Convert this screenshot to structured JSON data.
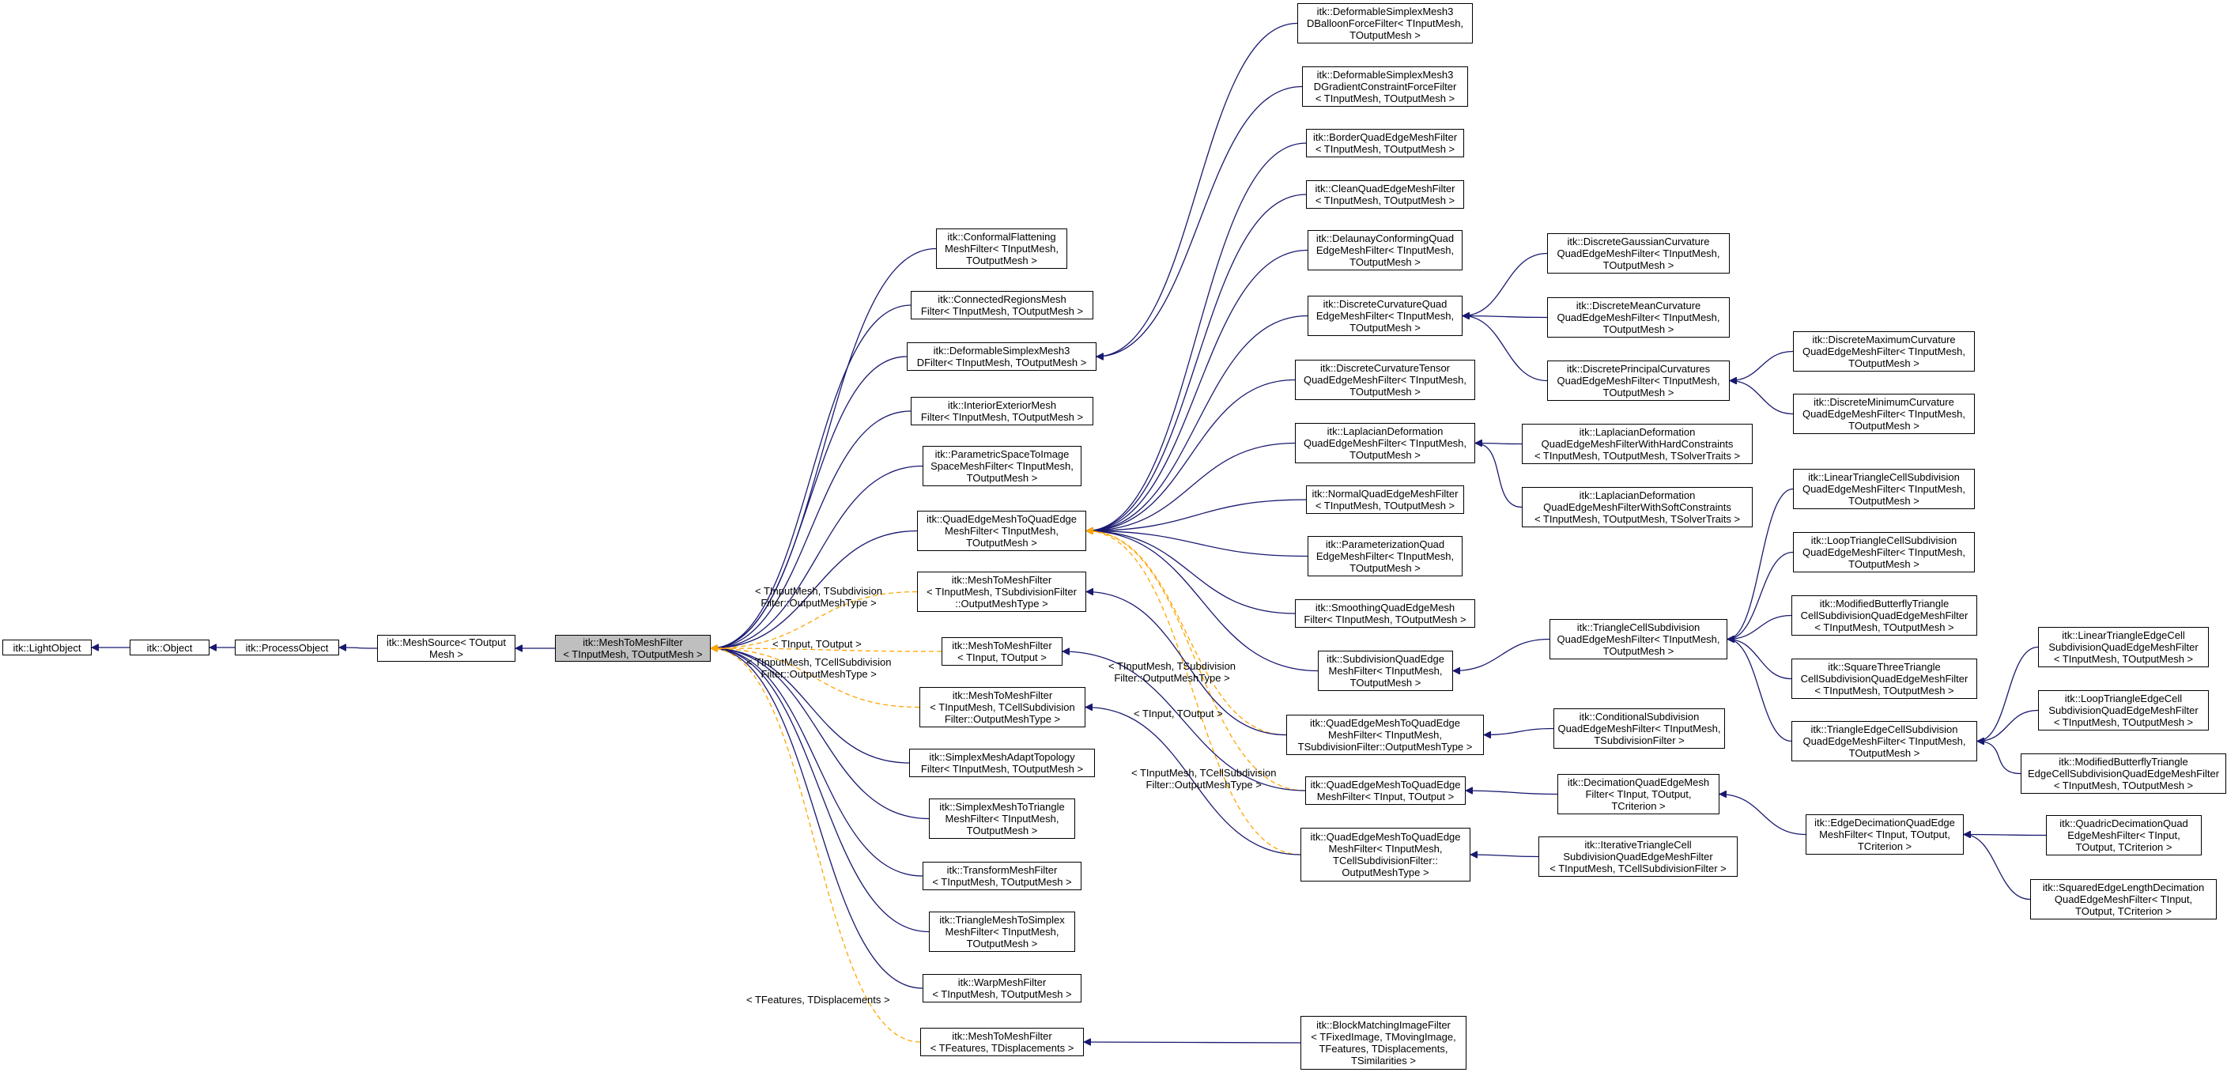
{
  "colors": {
    "inheritance": "#191970",
    "template": "#ffa500",
    "focus_fill": "#bfbfbf"
  },
  "nodes": [
    {
      "id": "lightobject",
      "lines": [
        "itk::LightObject"
      ]
    },
    {
      "id": "object",
      "lines": [
        "itk::Object"
      ]
    },
    {
      "id": "processobject",
      "lines": [
        "itk::ProcessObject"
      ]
    },
    {
      "id": "meshsource",
      "lines": [
        "itk::MeshSource< TOutput",
        "Mesh >"
      ]
    },
    {
      "id": "meshtomesh",
      "lines": [
        "itk::MeshToMeshFilter",
        "< TInputMesh, TOutputMesh >"
      ],
      "focus": true
    },
    {
      "id": "conformal",
      "lines": [
        "itk::ConformalFlattening",
        "MeshFilter< TInputMesh,",
        "TOutputMesh >"
      ]
    },
    {
      "id": "connected",
      "lines": [
        "itk::ConnectedRegionsMesh",
        "Filter< TInputMesh, TOutputMesh >"
      ]
    },
    {
      "id": "defsimplex",
      "lines": [
        "itk::DeformableSimplexMesh3",
        "DFilter< TInputMesh, TOutputMesh >"
      ]
    },
    {
      "id": "interior",
      "lines": [
        "itk::InteriorExteriorMesh",
        "Filter< TInputMesh, TOutputMesh >"
      ]
    },
    {
      "id": "parametric",
      "lines": [
        "itk::ParametricSpaceToImage",
        "SpaceMeshFilter< TInputMesh,",
        "TOutputMesh >"
      ]
    },
    {
      "id": "qe2qe",
      "lines": [
        "itk::QuadEdgeMeshToQuadEdge",
        "MeshFilter< TInputMesh,",
        "TOutputMesh >"
      ]
    },
    {
      "id": "m2m_subdiv",
      "lines": [
        "itk::MeshToMeshFilter",
        "< TInputMesh, TSubdivisionFilter",
        "::OutputMeshType >"
      ]
    },
    {
      "id": "m2m_tinput",
      "lines": [
        "itk::MeshToMeshFilter",
        "< TInput, TOutput >"
      ]
    },
    {
      "id": "m2m_cell",
      "lines": [
        "itk::MeshToMeshFilter",
        "< TInputMesh, TCellSubdivision",
        "Filter::OutputMeshType >"
      ]
    },
    {
      "id": "simplexadapt",
      "lines": [
        "itk::SimplexMeshAdaptTopology",
        "Filter< TInputMesh, TOutputMesh >"
      ]
    },
    {
      "id": "simplextotri",
      "lines": [
        "itk::SimplexMeshToTriangle",
        "MeshFilter< TInputMesh,",
        "TOutputMesh >"
      ]
    },
    {
      "id": "transform",
      "lines": [
        "itk::TransformMeshFilter",
        "< TInputMesh, TOutputMesh >"
      ]
    },
    {
      "id": "tritosimplex",
      "lines": [
        "itk::TriangleMeshToSimplex",
        "MeshFilter< TInputMesh,",
        "TOutputMesh >"
      ]
    },
    {
      "id": "warp",
      "lines": [
        "itk::WarpMeshFilter",
        "< TInputMesh, TOutputMesh >"
      ]
    },
    {
      "id": "m2m_feat",
      "lines": [
        "itk::MeshToMeshFilter",
        "< TFeatures, TDisplacements >"
      ]
    },
    {
      "id": "balloon",
      "lines": [
        "itk::DeformableSimplexMesh3",
        "DBalloonForceFilter< TInputMesh,",
        "TOutputMesh >"
      ]
    },
    {
      "id": "gradient",
      "lines": [
        "itk::DeformableSimplexMesh3",
        "DGradientConstraintForceFilter",
        "< TInputMesh, TOutputMesh >"
      ]
    },
    {
      "id": "border",
      "lines": [
        "itk::BorderQuadEdgeMeshFilter",
        "< TInputMesh, TOutputMesh >"
      ]
    },
    {
      "id": "clean",
      "lines": [
        "itk::CleanQuadEdgeMeshFilter",
        "< TInputMesh, TOutputMesh >"
      ]
    },
    {
      "id": "delaunay",
      "lines": [
        "itk::DelaunayConformingQuad",
        "EdgeMeshFilter< TInputMesh,",
        "TOutputMesh >"
      ]
    },
    {
      "id": "dcurv",
      "lines": [
        "itk::DiscreteCurvatureQuad",
        "EdgeMeshFilter< TInputMesh,",
        "TOutputMesh >"
      ]
    },
    {
      "id": "dcurvtensor",
      "lines": [
        "itk::DiscreteCurvatureTensor",
        "QuadEdgeMeshFilter< TInputMesh,",
        "TOutputMesh >"
      ]
    },
    {
      "id": "laplacian",
      "lines": [
        "itk::LaplacianDeformation",
        "QuadEdgeMeshFilter< TInputMesh,",
        "TOutputMesh >"
      ]
    },
    {
      "id": "normal",
      "lines": [
        "itk::NormalQuadEdgeMeshFilter",
        "< TInputMesh, TOutputMesh >"
      ]
    },
    {
      "id": "parameterization",
      "lines": [
        "itk::ParameterizationQuad",
        "EdgeMeshFilter< TInputMesh,",
        "TOutputMesh >"
      ]
    },
    {
      "id": "smoothing",
      "lines": [
        "itk::SmoothingQuadEdgeMesh",
        "Filter< TInputMesh, TOutputMesh >"
      ]
    },
    {
      "id": "subdivqe",
      "lines": [
        "itk::SubdivisionQuadEdge",
        "MeshFilter< TInputMesh,",
        "TOutputMesh >"
      ]
    },
    {
      "id": "qe2qe_subdiv",
      "lines": [
        "itk::QuadEdgeMeshToQuadEdge",
        "MeshFilter< TInputMesh,",
        "TSubdivisionFilter::OutputMeshType >"
      ]
    },
    {
      "id": "qe2qe_tinput",
      "lines": [
        "itk::QuadEdgeMeshToQuadEdge",
        "MeshFilter< TInput, TOutput >"
      ]
    },
    {
      "id": "qe2qe_cell",
      "lines": [
        "itk::QuadEdgeMeshToQuadEdge",
        "MeshFilter< TInputMesh,",
        "TCellSubdivisionFilter::",
        "OutputMeshType >"
      ]
    },
    {
      "id": "blockmatch",
      "lines": [
        "itk::BlockMatchingImageFilter",
        "< TFixedImage, TMovingImage,",
        "TFeatures, TDisplacements,",
        "TSimilarities >"
      ]
    },
    {
      "id": "dgauss",
      "lines": [
        "itk::DiscreteGaussianCurvature",
        "QuadEdgeMeshFilter< TInputMesh,",
        "TOutputMesh >"
      ]
    },
    {
      "id": "dmean",
      "lines": [
        "itk::DiscreteMeanCurvature",
        "QuadEdgeMeshFilter< TInputMesh,",
        "TOutputMesh >"
      ]
    },
    {
      "id": "dprincipal",
      "lines": [
        "itk::DiscretePrincipalCurvatures",
        "QuadEdgeMeshFilter< TInputMesh,",
        "TOutputMesh >"
      ]
    },
    {
      "id": "laphard",
      "lines": [
        "itk::LaplacianDeformation",
        "QuadEdgeMeshFilterWithHardConstraints",
        "< TInputMesh, TOutputMesh, TSolverTraits >"
      ]
    },
    {
      "id": "lapsoft",
      "lines": [
        "itk::LaplacianDeformation",
        "QuadEdgeMeshFilterWithSoftConstraints",
        "< TInputMesh, TOutputMesh, TSolverTraits >"
      ]
    },
    {
      "id": "tricell",
      "lines": [
        "itk::TriangleCellSubdivision",
        "QuadEdgeMeshFilter< TInputMesh,",
        "TOutputMesh >"
      ]
    },
    {
      "id": "conditional",
      "lines": [
        "itk::ConditionalSubdivision",
        "QuadEdgeMeshFilter< TInputMesh,",
        "TSubdivisionFilter >"
      ]
    },
    {
      "id": "decimation",
      "lines": [
        "itk::DecimationQuadEdgeMesh",
        "Filter< TInput, TOutput,",
        "TCriterion >"
      ]
    },
    {
      "id": "iterative",
      "lines": [
        "itk::IterativeTriangleCell",
        "SubdivisionQuadEdgeMeshFilter",
        "< TInputMesh, TCellSubdivisionFilter >"
      ]
    },
    {
      "id": "dmax",
      "lines": [
        "itk::DiscreteMaximumCurvature",
        "QuadEdgeMeshFilter< TInputMesh,",
        "TOutputMesh >"
      ]
    },
    {
      "id": "dmin",
      "lines": [
        "itk::DiscreteMinimumCurvature",
        "QuadEdgeMeshFilter< TInputMesh,",
        "TOutputMesh >"
      ]
    },
    {
      "id": "lineartri",
      "lines": [
        "itk::LinearTriangleCellSubdivision",
        "QuadEdgeMeshFilter< TInputMesh,",
        "TOutputMesh >"
      ]
    },
    {
      "id": "looptri",
      "lines": [
        "itk::LoopTriangleCellSubdivision",
        "QuadEdgeMeshFilter< TInputMesh,",
        "TOutputMesh >"
      ]
    },
    {
      "id": "modbutterfly",
      "lines": [
        "itk::ModifiedButterflyTriangle",
        "CellSubdivisionQuadEdgeMeshFilter",
        "< TInputMesh, TOutputMesh >"
      ]
    },
    {
      "id": "squarethree",
      "lines": [
        "itk::SquareThreeTriangle",
        "CellSubdivisionQuadEdgeMeshFilter",
        "< TInputMesh, TOutputMesh >"
      ]
    },
    {
      "id": "triedge",
      "lines": [
        "itk::TriangleEdgeCellSubdivision",
        "QuadEdgeMeshFilter< TInputMesh,",
        "TOutputMesh >"
      ]
    },
    {
      "id": "edgedecim",
      "lines": [
        "itk::EdgeDecimationQuadEdge",
        "MeshFilter< TInput, TOutput,",
        "TCriterion >"
      ]
    },
    {
      "id": "lineartriedge",
      "lines": [
        "itk::LinearTriangleEdgeCell",
        "SubdivisionQuadEdgeMeshFilter",
        "< TInputMesh, TOutputMesh >"
      ]
    },
    {
      "id": "looptriedge",
      "lines": [
        "itk::LoopTriangleEdgeCell",
        "SubdivisionQuadEdgeMeshFilter",
        "< TInputMesh, TOutputMesh >"
      ]
    },
    {
      "id": "modbutterflyedge",
      "lines": [
        "itk::ModifiedButterflyTriangle",
        "EdgeCellSubdivisionQuadEdgeMeshFilter",
        "< TInputMesh, TOutputMesh >"
      ]
    },
    {
      "id": "quadric",
      "lines": [
        "itk::QuadricDecimationQuad",
        "EdgeMeshFilter< TInput,",
        "TOutput, TCriterion >"
      ]
    },
    {
      "id": "squarededge",
      "lines": [
        "itk::SquaredEdgeLengthDecimation",
        "QuadEdgeMeshFilter< TInput,",
        "TOutput, TCriterion >"
      ]
    }
  ],
  "edges": [
    {
      "from": "object",
      "to": "lightobject",
      "kind": "inherit"
    },
    {
      "from": "processobject",
      "to": "object",
      "kind": "inherit"
    },
    {
      "from": "meshsource",
      "to": "processobject",
      "kind": "inherit"
    },
    {
      "from": "meshtomesh",
      "to": "meshsource",
      "kind": "inherit"
    },
    {
      "from": "conformal",
      "to": "meshtomesh",
      "kind": "inherit"
    },
    {
      "from": "connected",
      "to": "meshtomesh",
      "kind": "inherit"
    },
    {
      "from": "defsimplex",
      "to": "meshtomesh",
      "kind": "inherit"
    },
    {
      "from": "interior",
      "to": "meshtomesh",
      "kind": "inherit"
    },
    {
      "from": "parametric",
      "to": "meshtomesh",
      "kind": "inherit"
    },
    {
      "from": "qe2qe",
      "to": "meshtomesh",
      "kind": "inherit"
    },
    {
      "from": "simplexadapt",
      "to": "meshtomesh",
      "kind": "inherit"
    },
    {
      "from": "simplextotri",
      "to": "meshtomesh",
      "kind": "inherit"
    },
    {
      "from": "transform",
      "to": "meshtomesh",
      "kind": "inherit"
    },
    {
      "from": "tritosimplex",
      "to": "meshtomesh",
      "kind": "inherit"
    },
    {
      "from": "warp",
      "to": "meshtomesh",
      "kind": "inherit"
    },
    {
      "from": "m2m_subdiv",
      "to": "meshtomesh",
      "kind": "template",
      "label": [
        "< TInputMesh, TSubdivision",
        "Filter::OutputMeshType >"
      ]
    },
    {
      "from": "m2m_tinput",
      "to": "meshtomesh",
      "kind": "template",
      "label": [
        "< TInput, TOutput >"
      ]
    },
    {
      "from": "m2m_cell",
      "to": "meshtomesh",
      "kind": "template",
      "label": [
        "< TInputMesh, TCellSubdivision",
        "Filter::OutputMeshType >"
      ]
    },
    {
      "from": "m2m_feat",
      "to": "meshtomesh",
      "kind": "template",
      "label": [
        "< TFeatures, TDisplacements >"
      ]
    },
    {
      "from": "balloon",
      "to": "defsimplex",
      "kind": "inherit"
    },
    {
      "from": "gradient",
      "to": "defsimplex",
      "kind": "inherit"
    },
    {
      "from": "border",
      "to": "qe2qe",
      "kind": "inherit"
    },
    {
      "from": "clean",
      "to": "qe2qe",
      "kind": "inherit"
    },
    {
      "from": "delaunay",
      "to": "qe2qe",
      "kind": "inherit"
    },
    {
      "from": "dcurv",
      "to": "qe2qe",
      "kind": "inherit"
    },
    {
      "from": "dcurvtensor",
      "to": "qe2qe",
      "kind": "inherit"
    },
    {
      "from": "laplacian",
      "to": "qe2qe",
      "kind": "inherit"
    },
    {
      "from": "normal",
      "to": "qe2qe",
      "kind": "inherit"
    },
    {
      "from": "parameterization",
      "to": "qe2qe",
      "kind": "inherit"
    },
    {
      "from": "smoothing",
      "to": "qe2qe",
      "kind": "inherit"
    },
    {
      "from": "subdivqe",
      "to": "qe2qe",
      "kind": "inherit"
    },
    {
      "from": "qe2qe_subdiv",
      "to": "qe2qe",
      "kind": "template",
      "label": [
        "< TInputMesh, TSubdivision",
        "Filter::OutputMeshType >"
      ]
    },
    {
      "from": "qe2qe_tinput",
      "to": "qe2qe",
      "kind": "template",
      "label": [
        "< TInput, TOutput >"
      ]
    },
    {
      "from": "qe2qe_cell",
      "to": "qe2qe",
      "kind": "template",
      "label": [
        "< TInputMesh, TCellSubdivision",
        "Filter::OutputMeshType >"
      ]
    },
    {
      "from": "qe2qe_subdiv",
      "to": "m2m_subdiv",
      "kind": "inherit"
    },
    {
      "from": "qe2qe_tinput",
      "to": "m2m_tinput",
      "kind": "inherit"
    },
    {
      "from": "qe2qe_cell",
      "to": "m2m_cell",
      "kind": "inherit"
    },
    {
      "from": "blockmatch",
      "to": "m2m_feat",
      "kind": "inherit"
    },
    {
      "from": "dgauss",
      "to": "dcurv",
      "kind": "inherit"
    },
    {
      "from": "dmean",
      "to": "dcurv",
      "kind": "inherit"
    },
    {
      "from": "dprincipal",
      "to": "dcurv",
      "kind": "inherit"
    },
    {
      "from": "dmax",
      "to": "dprincipal",
      "kind": "inherit"
    },
    {
      "from": "dmin",
      "to": "dprincipal",
      "kind": "inherit"
    },
    {
      "from": "laphard",
      "to": "laplacian",
      "kind": "inherit"
    },
    {
      "from": "lapsoft",
      "to": "laplacian",
      "kind": "inherit"
    },
    {
      "from": "tricell",
      "to": "subdivqe",
      "kind": "inherit"
    },
    {
      "from": "lineartri",
      "to": "tricell",
      "kind": "inherit"
    },
    {
      "from": "looptri",
      "to": "tricell",
      "kind": "inherit"
    },
    {
      "from": "modbutterfly",
      "to": "tricell",
      "kind": "inherit"
    },
    {
      "from": "squarethree",
      "to": "tricell",
      "kind": "inherit"
    },
    {
      "from": "triedge",
      "to": "tricell",
      "kind": "inherit"
    },
    {
      "from": "lineartriedge",
      "to": "triedge",
      "kind": "inherit"
    },
    {
      "from": "looptriedge",
      "to": "triedge",
      "kind": "inherit"
    },
    {
      "from": "modbutterflyedge",
      "to": "triedge",
      "kind": "inherit"
    },
    {
      "from": "conditional",
      "to": "qe2qe_subdiv",
      "kind": "inherit"
    },
    {
      "from": "decimation",
      "to": "qe2qe_tinput",
      "kind": "inherit"
    },
    {
      "from": "iterative",
      "to": "qe2qe_cell",
      "kind": "inherit"
    },
    {
      "from": "edgedecim",
      "to": "decimation",
      "kind": "inherit"
    },
    {
      "from": "quadric",
      "to": "edgedecim",
      "kind": "inherit"
    },
    {
      "from": "squarededge",
      "to": "edgedecim",
      "kind": "inherit"
    }
  ]
}
